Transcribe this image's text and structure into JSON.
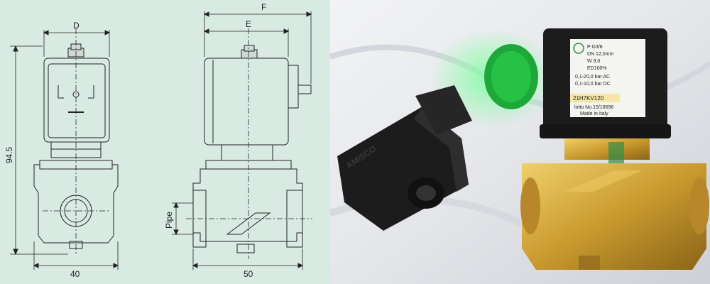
{
  "drawing": {
    "dim_d": "D",
    "dim_e": "E",
    "dim_f": "F",
    "dim_height": "94.5",
    "dim_pipe": "Pipe",
    "dim_width_front": "40",
    "dim_width_side": "50"
  },
  "photo": {
    "coil_label": {
      "line1": "P G3/8",
      "line2": "DN  12,0mm",
      "line3": "W 9,0",
      "line4": "ED100%",
      "line5": "0,1-20,0 bar AC",
      "line6": "0,1-10,0 bar DC",
      "code": "21H7KV120",
      "lot": "lotto No.15/18696",
      "origin": "Made in Italy"
    },
    "connector_brand": "AMISCO"
  },
  "colors": {
    "drawing_bg": "#d8ebe3",
    "brass": "#c99a2e",
    "cap_green": "#1fa83a",
    "coil_black": "#1c1c1c"
  }
}
